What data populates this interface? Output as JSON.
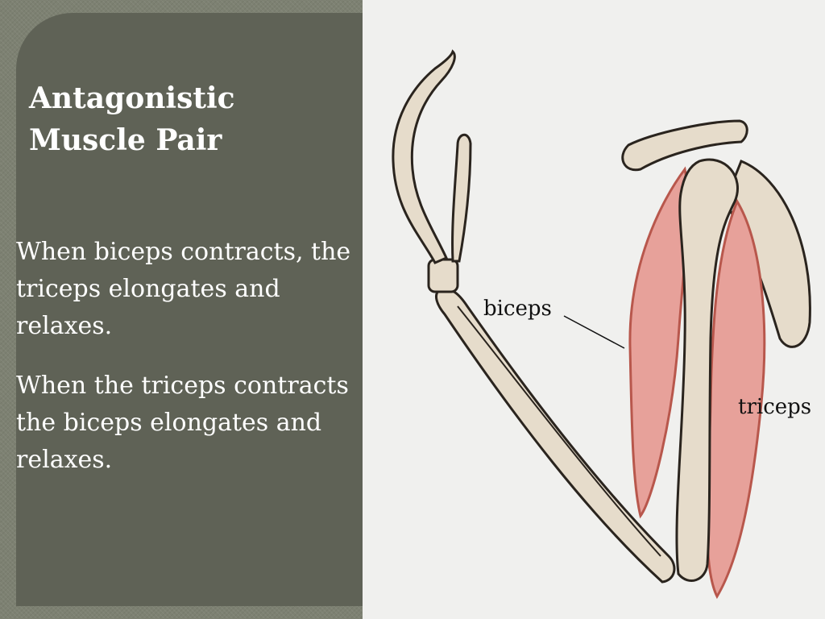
{
  "slide": {
    "title": "Antagonistic\nMuscle Pair",
    "paragraphs": [
      "When biceps contracts, the triceps elongates and relaxes.",
      "When the triceps contracts the biceps elongates and relaxes."
    ]
  },
  "diagram": {
    "labels": {
      "biceps": "biceps",
      "triceps": "triceps"
    },
    "colors": {
      "bone": "#e6dccb",
      "bone_outline": "#2a241e",
      "muscle": "#e7a19a",
      "muscle_outline": "#b8574c"
    }
  }
}
